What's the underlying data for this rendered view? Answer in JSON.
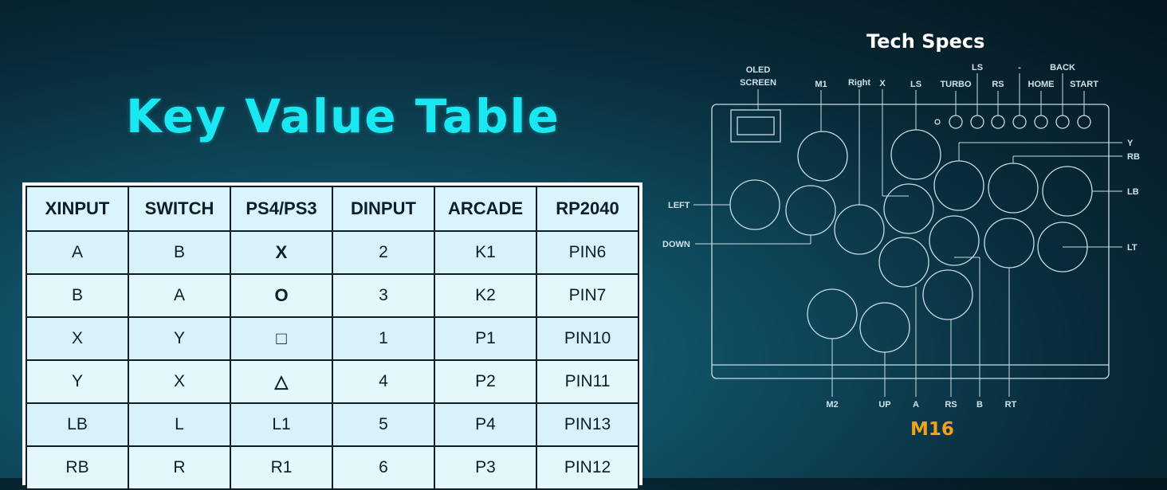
{
  "title": "Key Value Table",
  "table": {
    "headers": [
      "XINPUT",
      "SWITCH",
      "PS4/PS3",
      "DINPUT",
      "ARCADE",
      "RP2040"
    ],
    "rows": [
      [
        "A",
        "B",
        "X",
        "2",
        "K1",
        "PIN6"
      ],
      [
        "B",
        "A",
        "O",
        "3",
        "K2",
        "PIN7"
      ],
      [
        "X",
        "Y",
        "□",
        "1",
        "P1",
        "PIN10"
      ],
      [
        "Y",
        "X",
        "△",
        "4",
        "P2",
        "PIN11"
      ],
      [
        "LB",
        "L",
        "L1",
        "5",
        "P4",
        "PIN13"
      ],
      [
        "RB",
        "R",
        "R1",
        "6",
        "P3",
        "PIN12"
      ]
    ]
  },
  "specs": {
    "title": "Tech Specs",
    "model": "M16",
    "labels": {
      "oled_line1": "OLED",
      "oled_line2": "SCREEN",
      "m1": "M1",
      "right": "Right",
      "x": "X",
      "ls_top": "LS",
      "turbo": "TURBO",
      "ls_small": "LS",
      "rs_small": "RS",
      "minus": "-",
      "back": "BACK",
      "home": "HOME",
      "start": "START",
      "y": "Y",
      "rb": "RB",
      "lb": "LB",
      "lt": "LT",
      "left": "LEFT",
      "down": "DOWN",
      "m2": "M2",
      "up": "UP",
      "a": "A",
      "rs": "RS",
      "b": "B",
      "rt": "RT"
    }
  },
  "colors": {
    "title": "#19e7f2",
    "model": "#f0a21c",
    "table_header_bg": "#d9f4fb",
    "table_cell_bg": "#d7f2f8"
  }
}
